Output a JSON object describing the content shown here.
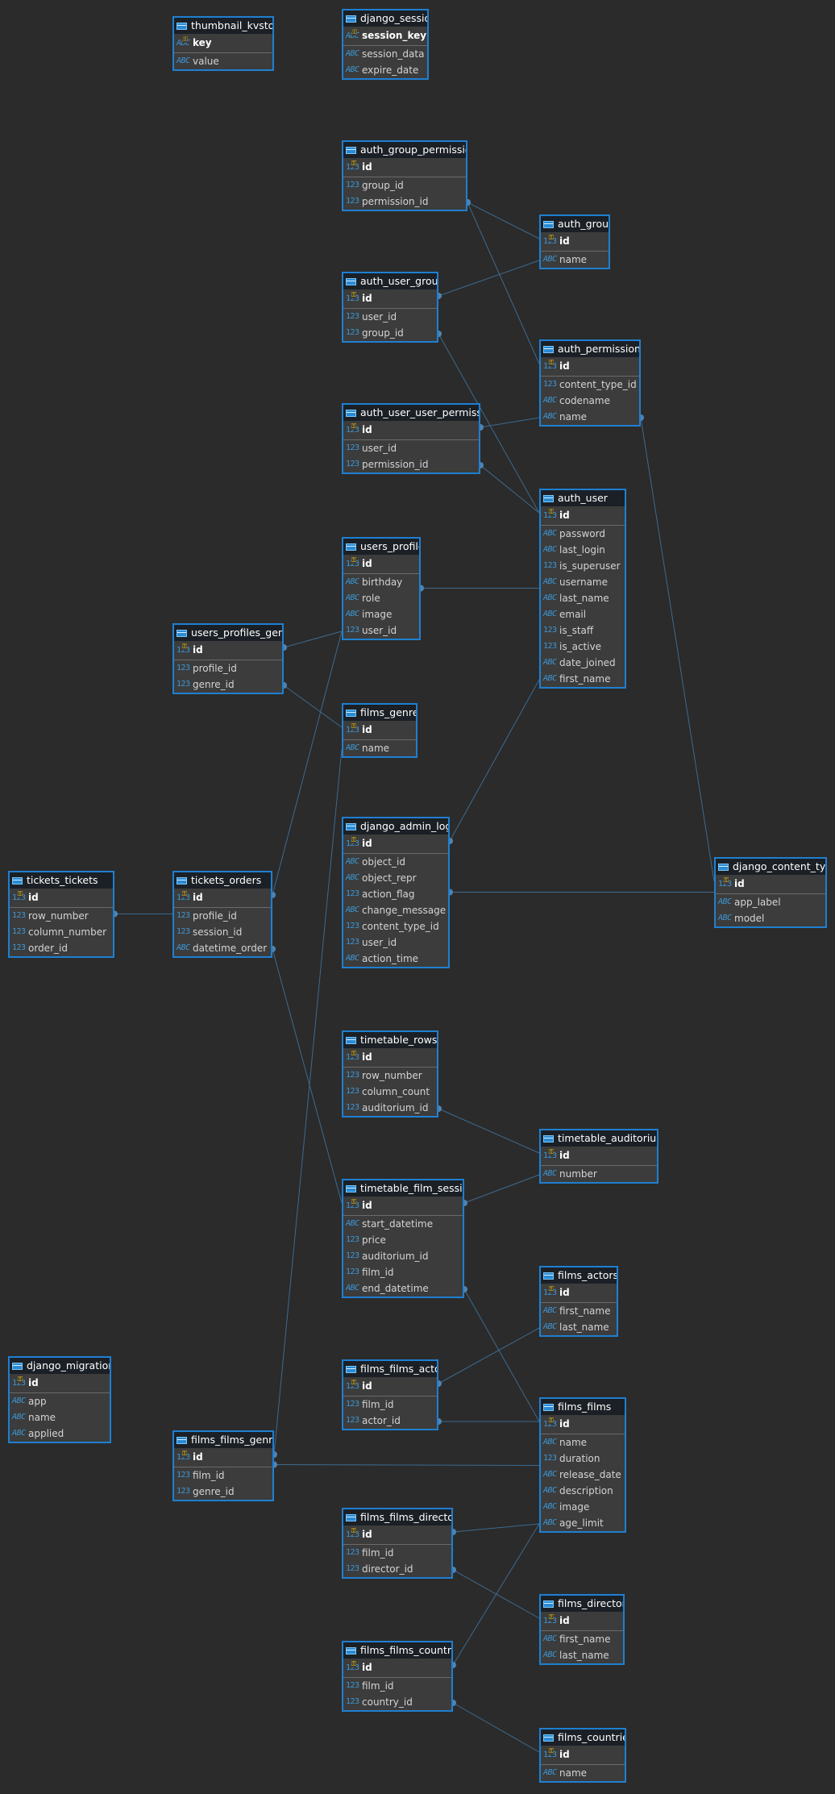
{
  "diagram": {
    "tables": [
      {
        "id": "thumbnail_kvstore",
        "name": "thumbnail_kvstore",
        "columns": [
          {
            "name": "key",
            "type": "abc",
            "pk": true
          },
          {
            "name": "value",
            "type": "abc"
          }
        ]
      },
      {
        "id": "django_session",
        "name": "django_session",
        "columns": [
          {
            "name": "session_key",
            "type": "abc",
            "pk": true
          },
          {
            "name": "session_data",
            "type": "abc"
          },
          {
            "name": "expire_date",
            "type": "abc"
          }
        ]
      },
      {
        "id": "auth_group_permissions",
        "name": "auth_group_permissions",
        "columns": [
          {
            "name": "id",
            "type": "123",
            "pk": true
          },
          {
            "name": "group_id",
            "type": "123"
          },
          {
            "name": "permission_id",
            "type": "123"
          }
        ]
      },
      {
        "id": "auth_group",
        "name": "auth_group",
        "columns": [
          {
            "name": "id",
            "type": "123",
            "pk": true
          },
          {
            "name": "name",
            "type": "abc"
          }
        ]
      },
      {
        "id": "auth_user_groups",
        "name": "auth_user_groups",
        "columns": [
          {
            "name": "id",
            "type": "123",
            "pk": true
          },
          {
            "name": "user_id",
            "type": "123"
          },
          {
            "name": "group_id",
            "type": "123"
          }
        ]
      },
      {
        "id": "auth_permission",
        "name": "auth_permission",
        "columns": [
          {
            "name": "id",
            "type": "123",
            "pk": true
          },
          {
            "name": "content_type_id",
            "type": "123"
          },
          {
            "name": "codename",
            "type": "abc"
          },
          {
            "name": "name",
            "type": "abc"
          }
        ]
      },
      {
        "id": "auth_user_user_permissions",
        "name": "auth_user_user_permissions",
        "columns": [
          {
            "name": "id",
            "type": "123",
            "pk": true
          },
          {
            "name": "user_id",
            "type": "123"
          },
          {
            "name": "permission_id",
            "type": "123"
          }
        ]
      },
      {
        "id": "auth_user",
        "name": "auth_user",
        "columns": [
          {
            "name": "id",
            "type": "123",
            "pk": true
          },
          {
            "name": "password",
            "type": "abc"
          },
          {
            "name": "last_login",
            "type": "abc"
          },
          {
            "name": "is_superuser",
            "type": "123"
          },
          {
            "name": "username",
            "type": "abc"
          },
          {
            "name": "last_name",
            "type": "abc"
          },
          {
            "name": "email",
            "type": "abc"
          },
          {
            "name": "is_staff",
            "type": "123"
          },
          {
            "name": "is_active",
            "type": "123"
          },
          {
            "name": "date_joined",
            "type": "abc"
          },
          {
            "name": "first_name",
            "type": "abc"
          }
        ]
      },
      {
        "id": "users_profiles",
        "name": "users_profiles",
        "columns": [
          {
            "name": "id",
            "type": "123",
            "pk": true
          },
          {
            "name": "birthday",
            "type": "abc"
          },
          {
            "name": "role",
            "type": "abc"
          },
          {
            "name": "image",
            "type": "abc"
          },
          {
            "name": "user_id",
            "type": "123"
          }
        ]
      },
      {
        "id": "users_profiles_genres",
        "name": "users_profiles_genres",
        "columns": [
          {
            "name": "id",
            "type": "123",
            "pk": true
          },
          {
            "name": "profile_id",
            "type": "123"
          },
          {
            "name": "genre_id",
            "type": "123"
          }
        ]
      },
      {
        "id": "films_genres",
        "name": "films_genres",
        "columns": [
          {
            "name": "id",
            "type": "123",
            "pk": true
          },
          {
            "name": "name",
            "type": "abc"
          }
        ]
      },
      {
        "id": "django_admin_log",
        "name": "django_admin_log",
        "columns": [
          {
            "name": "id",
            "type": "123",
            "pk": true
          },
          {
            "name": "object_id",
            "type": "abc"
          },
          {
            "name": "object_repr",
            "type": "abc"
          },
          {
            "name": "action_flag",
            "type": "123"
          },
          {
            "name": "change_message",
            "type": "abc"
          },
          {
            "name": "content_type_id",
            "type": "123"
          },
          {
            "name": "user_id",
            "type": "123"
          },
          {
            "name": "action_time",
            "type": "abc"
          }
        ]
      },
      {
        "id": "django_content_type",
        "name": "django_content_type",
        "columns": [
          {
            "name": "id",
            "type": "123",
            "pk": true
          },
          {
            "name": "app_label",
            "type": "abc"
          },
          {
            "name": "model",
            "type": "abc"
          }
        ]
      },
      {
        "id": "tickets_tickets",
        "name": "tickets_tickets",
        "columns": [
          {
            "name": "id",
            "type": "123",
            "pk": true
          },
          {
            "name": "row_number",
            "type": "123"
          },
          {
            "name": "column_number",
            "type": "123"
          },
          {
            "name": "order_id",
            "type": "123"
          }
        ]
      },
      {
        "id": "tickets_orders",
        "name": "tickets_orders",
        "columns": [
          {
            "name": "id",
            "type": "123",
            "pk": true
          },
          {
            "name": "profile_id",
            "type": "123"
          },
          {
            "name": "session_id",
            "type": "123"
          },
          {
            "name": "datetime_order",
            "type": "abc"
          }
        ]
      },
      {
        "id": "timetable_rows",
        "name": "timetable_rows",
        "columns": [
          {
            "name": "id",
            "type": "123",
            "pk": true
          },
          {
            "name": "row_number",
            "type": "123"
          },
          {
            "name": "column_count",
            "type": "123"
          },
          {
            "name": "auditorium_id",
            "type": "123"
          }
        ]
      },
      {
        "id": "timetable_auditoriums",
        "name": "timetable_auditoriums",
        "columns": [
          {
            "name": "id",
            "type": "123",
            "pk": true
          },
          {
            "name": "number",
            "type": "abc"
          }
        ]
      },
      {
        "id": "timetable_film_sessions",
        "name": "timetable_film_sessions",
        "columns": [
          {
            "name": "id",
            "type": "123",
            "pk": true
          },
          {
            "name": "start_datetime",
            "type": "abc"
          },
          {
            "name": "price",
            "type": "123"
          },
          {
            "name": "auditorium_id",
            "type": "123"
          },
          {
            "name": "film_id",
            "type": "123"
          },
          {
            "name": "end_datetime",
            "type": "abc"
          }
        ]
      },
      {
        "id": "films_actors",
        "name": "films_actors",
        "columns": [
          {
            "name": "id",
            "type": "123",
            "pk": true
          },
          {
            "name": "first_name",
            "type": "abc"
          },
          {
            "name": "last_name",
            "type": "abc"
          }
        ]
      },
      {
        "id": "django_migrations",
        "name": "django_migrations",
        "columns": [
          {
            "name": "id",
            "type": "123",
            "pk": true
          },
          {
            "name": "app",
            "type": "abc"
          },
          {
            "name": "name",
            "type": "abc"
          },
          {
            "name": "applied",
            "type": "abc"
          }
        ]
      },
      {
        "id": "films_films_actors",
        "name": "films_films_actors",
        "columns": [
          {
            "name": "id",
            "type": "123",
            "pk": true
          },
          {
            "name": "film_id",
            "type": "123"
          },
          {
            "name": "actor_id",
            "type": "123"
          }
        ]
      },
      {
        "id": "films_films",
        "name": "films_films",
        "columns": [
          {
            "name": "id",
            "type": "123",
            "pk": true
          },
          {
            "name": "name",
            "type": "abc"
          },
          {
            "name": "duration",
            "type": "123"
          },
          {
            "name": "release_date",
            "type": "abc"
          },
          {
            "name": "description",
            "type": "abc"
          },
          {
            "name": "image",
            "type": "abc"
          },
          {
            "name": "age_limit",
            "type": "abc"
          }
        ]
      },
      {
        "id": "films_films_genres",
        "name": "films_films_genres",
        "columns": [
          {
            "name": "id",
            "type": "123",
            "pk": true
          },
          {
            "name": "film_id",
            "type": "123"
          },
          {
            "name": "genre_id",
            "type": "123"
          }
        ]
      },
      {
        "id": "films_films_directors",
        "name": "films_films_directors",
        "columns": [
          {
            "name": "id",
            "type": "123",
            "pk": true
          },
          {
            "name": "film_id",
            "type": "123"
          },
          {
            "name": "director_id",
            "type": "123"
          }
        ]
      },
      {
        "id": "films_directors",
        "name": "films_directors",
        "columns": [
          {
            "name": "id",
            "type": "123",
            "pk": true
          },
          {
            "name": "first_name",
            "type": "abc"
          },
          {
            "name": "last_name",
            "type": "abc"
          }
        ]
      },
      {
        "id": "films_films_countries",
        "name": "films_films_countries",
        "columns": [
          {
            "name": "id",
            "type": "123",
            "pk": true
          },
          {
            "name": "film_id",
            "type": "123"
          },
          {
            "name": "country_id",
            "type": "123"
          }
        ]
      },
      {
        "id": "films_countries",
        "name": "films_countries",
        "columns": [
          {
            "name": "id",
            "type": "123",
            "pk": true
          },
          {
            "name": "name",
            "type": "abc"
          }
        ]
      }
    ],
    "relations": [
      {
        "from": "auth_group_permissions",
        "to": "auth_group"
      },
      {
        "from": "auth_group_permissions",
        "to": "auth_permission"
      },
      {
        "from": "auth_user_groups",
        "to": "auth_group"
      },
      {
        "from": "auth_user_groups",
        "to": "auth_user"
      },
      {
        "from": "auth_user_user_permissions",
        "to": "auth_permission"
      },
      {
        "from": "auth_user_user_permissions",
        "to": "auth_user"
      },
      {
        "from": "auth_permission",
        "to": "django_content_type"
      },
      {
        "from": "users_profiles",
        "to": "auth_user"
      },
      {
        "from": "users_profiles_genres",
        "to": "users_profiles"
      },
      {
        "from": "users_profiles_genres",
        "to": "films_genres"
      },
      {
        "from": "django_admin_log",
        "to": "auth_user"
      },
      {
        "from": "django_admin_log",
        "to": "django_content_type"
      },
      {
        "from": "tickets_tickets",
        "to": "tickets_orders"
      },
      {
        "from": "tickets_orders",
        "to": "users_profiles"
      },
      {
        "from": "tickets_orders",
        "to": "timetable_film_sessions"
      },
      {
        "from": "timetable_rows",
        "to": "timetable_auditoriums"
      },
      {
        "from": "timetable_film_sessions",
        "to": "timetable_auditoriums"
      },
      {
        "from": "timetable_film_sessions",
        "to": "films_films"
      },
      {
        "from": "films_films_actors",
        "to": "films_actors"
      },
      {
        "from": "films_films_actors",
        "to": "films_films"
      },
      {
        "from": "films_films_genres",
        "to": "films_films"
      },
      {
        "from": "films_films_genres",
        "to": "films_genres"
      },
      {
        "from": "films_films_directors",
        "to": "films_films"
      },
      {
        "from": "films_films_directors",
        "to": "films_directors"
      },
      {
        "from": "films_films_countries",
        "to": "films_films"
      },
      {
        "from": "films_films_countries",
        "to": "films_countries"
      }
    ]
  },
  "colors": {
    "background": "#2b2b2b",
    "table_border": "#1f7fd1",
    "table_header": "#1b2026",
    "table_body": "#3c3c3c",
    "edge": "#3d6a8e",
    "type_glyph": "#3b97d6"
  },
  "icons": {
    "table": "table-icon",
    "numeric_column": "numeric-type-icon",
    "text_column": "text-type-icon",
    "primary_key": "primary-key-icon"
  },
  "type_glyphs": {
    "123": "123",
    "abc": "ABC"
  }
}
